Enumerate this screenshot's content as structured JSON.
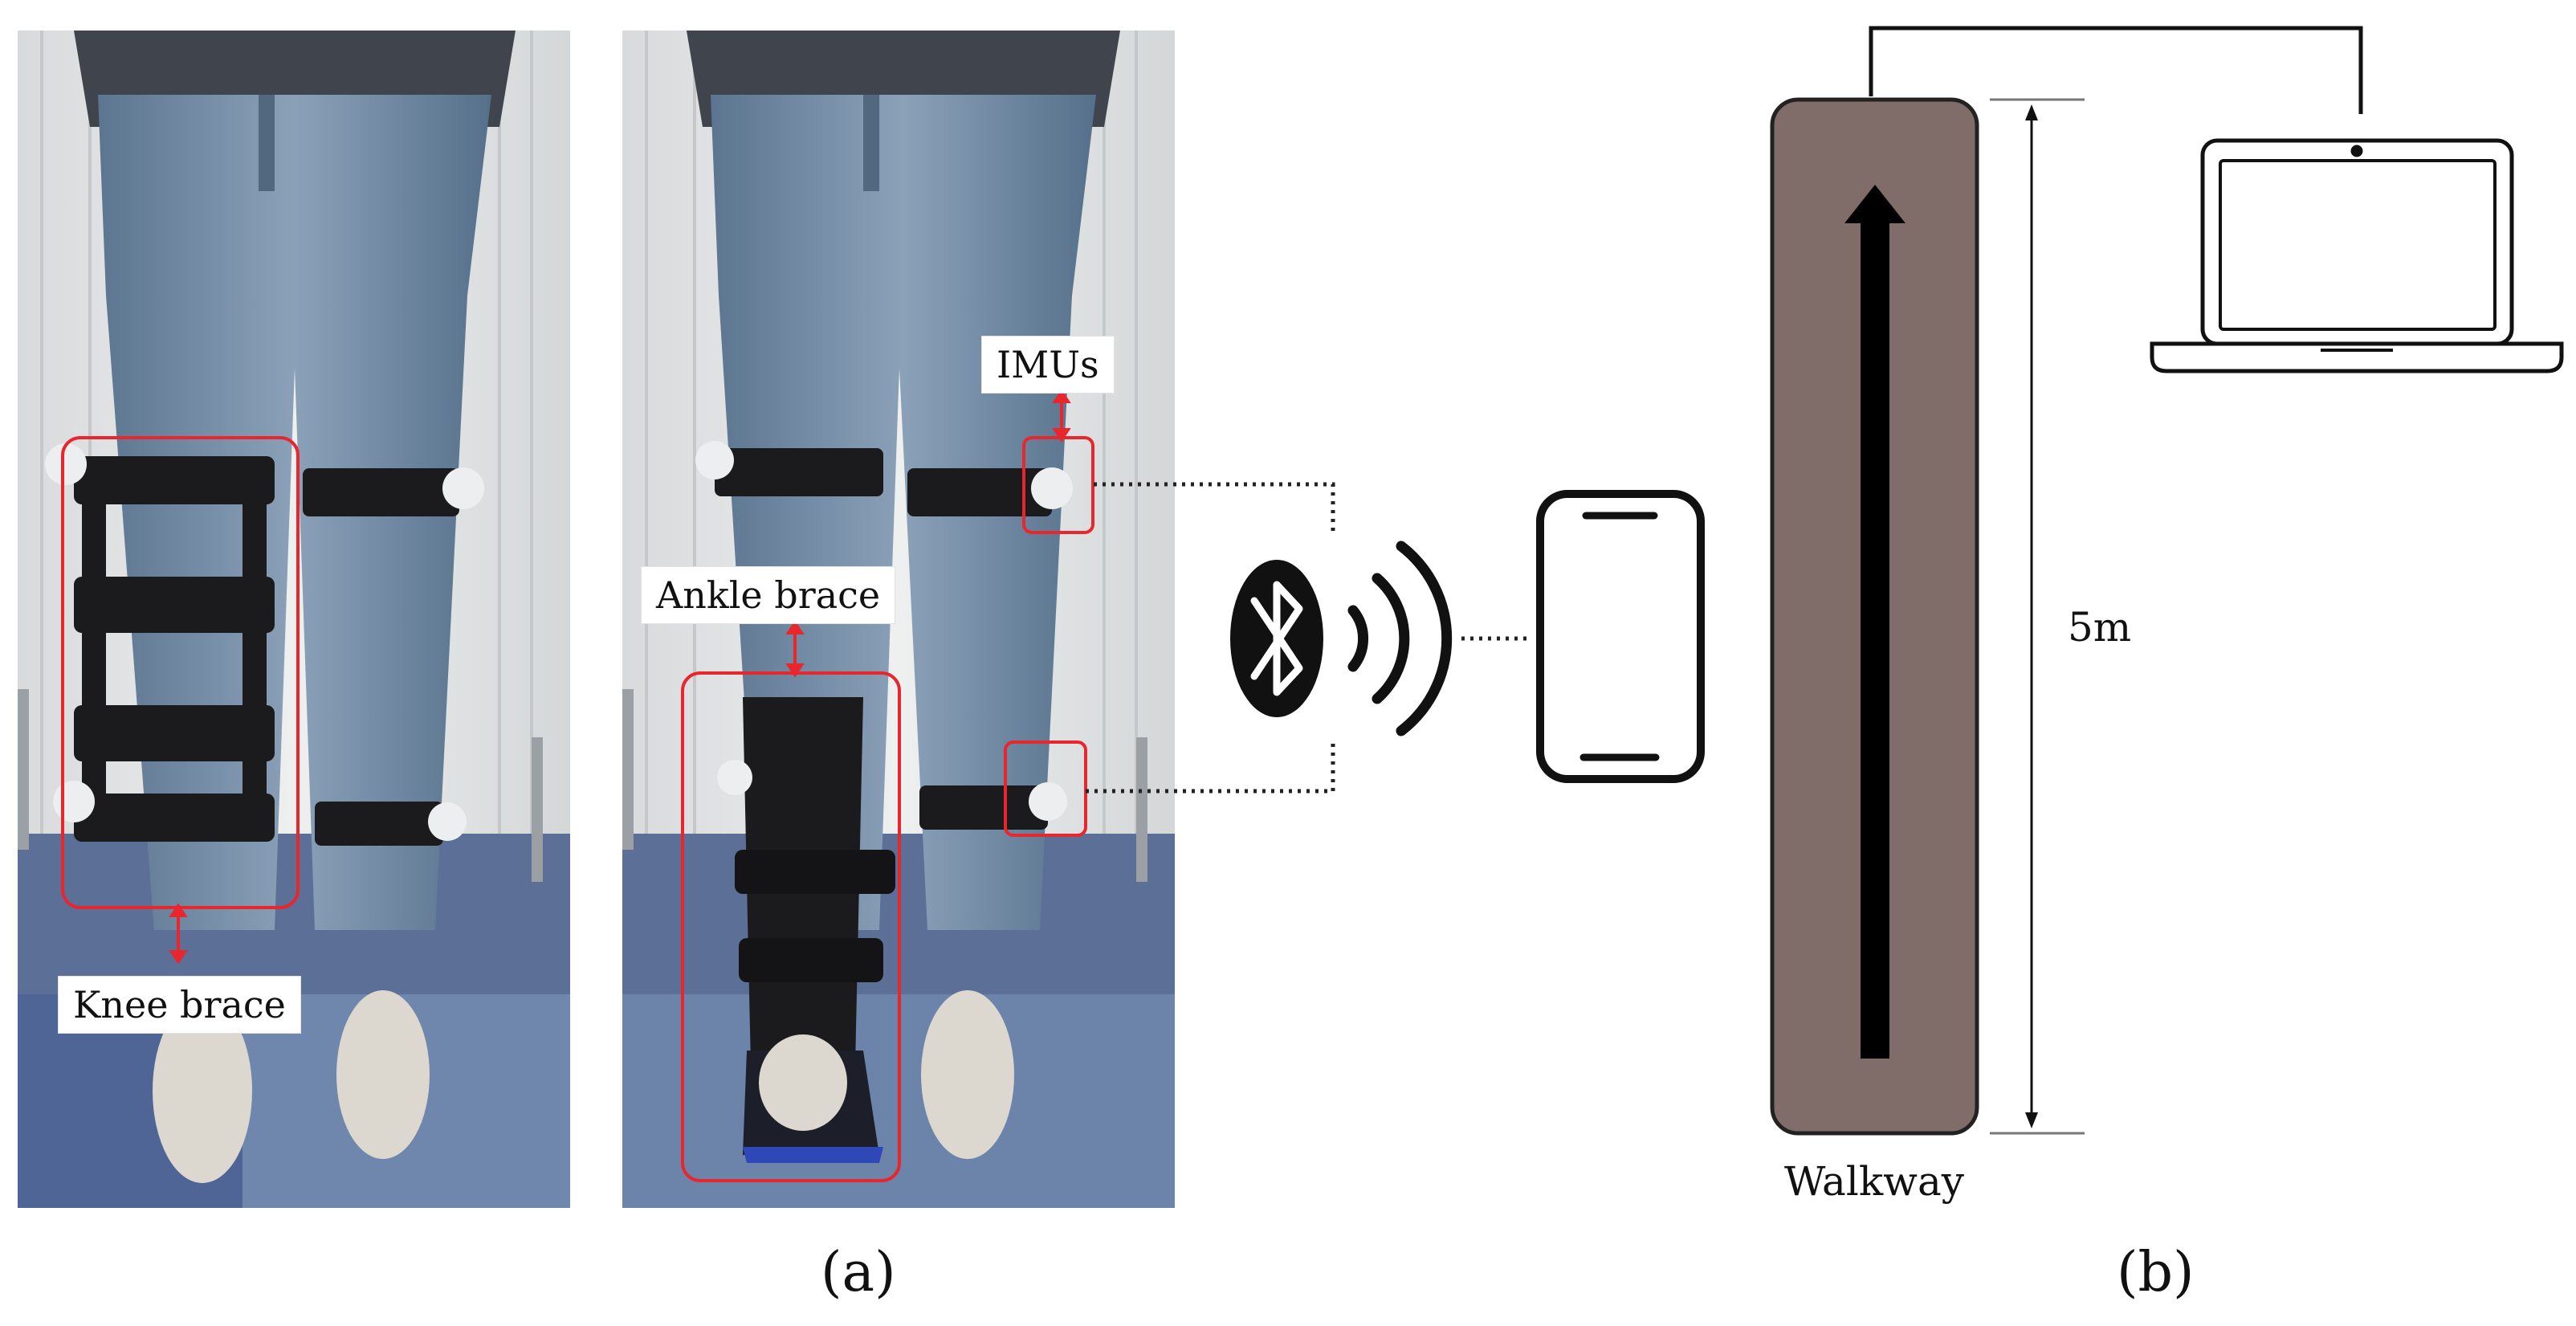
{
  "panel_a": {
    "label": "(a)",
    "callouts": {
      "knee_brace": "Knee brace",
      "ankle_brace": "Ankle brace",
      "imus": "IMUs"
    },
    "callout_color": "#e8262d"
  },
  "panel_b": {
    "label": "(b)",
    "walkway_label": "Walkway",
    "distance_label": "5m",
    "walkway_color": "#806c68"
  },
  "icons": [
    "bluetooth-icon",
    "wireless-signal-icon",
    "smartphone-icon",
    "laptop-icon",
    "up-arrow-icon"
  ]
}
